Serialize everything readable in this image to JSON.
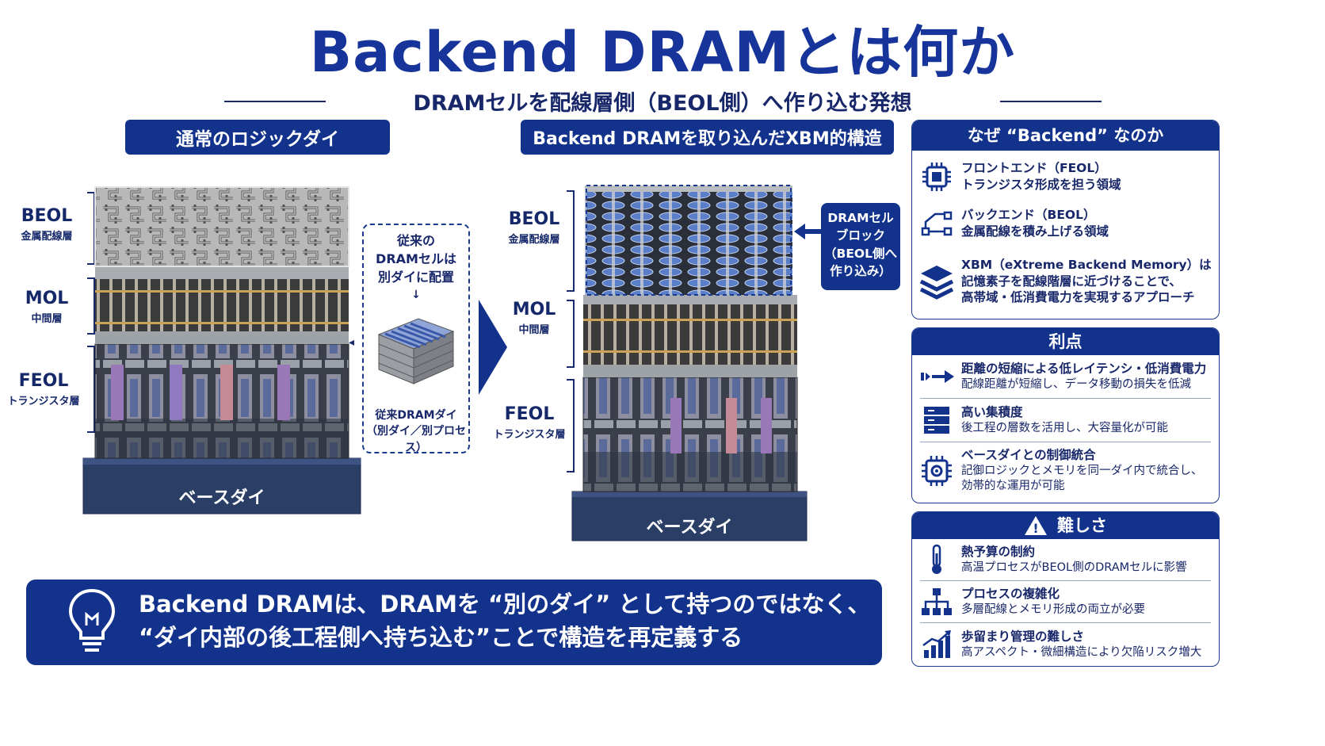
{
  "title": "Backend DRAMとは何か",
  "subtitle": "DRAMセルを配線層側（BEOL側）へ作り込む発想",
  "left": {
    "header": "通常のロジックダイ",
    "layers": [
      {
        "name": "BEOL",
        "desc": "金属配線層"
      },
      {
        "name": "MOL",
        "desc": "中間層"
      },
      {
        "name": "FEOL",
        "desc": "トランジスタ層"
      }
    ],
    "base": "ベースダイ"
  },
  "callout": {
    "text1": "従来の",
    "text2": "DRAMセルは",
    "text3": "別ダイに配置",
    "arrow": "↓",
    "caption1": "従来DRAMダイ",
    "caption2": "（別ダイ／別プロセス）"
  },
  "right": {
    "header": "Backend DRAMを取り込んだXBM的構造",
    "layers": [
      {
        "name": "BEOL",
        "desc": "金属配線層"
      },
      {
        "name": "MOL",
        "desc": "中間層"
      },
      {
        "name": "FEOL",
        "desc": "トランジスタ層"
      }
    ],
    "block_label": [
      "DRAMセル",
      "ブロック",
      "（BEOL側へ",
      "作り込み）"
    ],
    "base": "ベースダイ"
  },
  "why": {
    "header": "なぜ “Backend” なのか",
    "items": [
      {
        "icon": "chip-icon",
        "title": "フロントエンド（FEOL）",
        "desc": "トランジスタ形成を担う領域"
      },
      {
        "icon": "wiring-icon",
        "title": "バックエンド（BEOL）",
        "desc": "金属配線を積み上げる領域"
      },
      {
        "icon": "layers-icon",
        "title": "XBM（eXtreme Backend Memory）は",
        "desc": "記憶素子を配線階層に近づけることで、",
        "desc2": "高帯域・低消費電力を実現するアプローチ"
      }
    ]
  },
  "benefits": {
    "header": "利点",
    "items": [
      {
        "icon": "arrow-icon",
        "title": "距離の短縮による低レイテンシ・低消費電力",
        "desc": "配線距離が短縮し、データ移動の損失を低減"
      },
      {
        "icon": "stack-icon",
        "title": "高い集積度",
        "desc": "後工程の層数を活用し、大容量化が可能"
      },
      {
        "icon": "gear-chip-icon",
        "title": "ベースダイとの制御統合",
        "desc": "記御ロジックとメモリを同一ダイ内で統合し、",
        "desc2": "効帯的な運用が可能"
      }
    ]
  },
  "challenges": {
    "header": "難しさ",
    "warning": "!",
    "items": [
      {
        "icon": "thermometer-icon",
        "title": "熱予算の制約",
        "desc": "高温プロセスがBEOL側のDRAMセルに影響"
      },
      {
        "icon": "hierarchy-icon",
        "title": "プロセスの複雑化",
        "desc": "多層配線とメモリ形成の両立が必要"
      },
      {
        "icon": "bar-chart-icon",
        "title": "歩留まり管理の難しさ",
        "desc": "高アスペクト・微細構造により欠陥リスク増大"
      }
    ]
  },
  "conclusion": {
    "line1": "Backend DRAMは、DRAMを “別のダイ” として持つのではなく、",
    "line2": "“ダイ内部の後工程側へ持ち込む”ことで構造を再定義する"
  }
}
